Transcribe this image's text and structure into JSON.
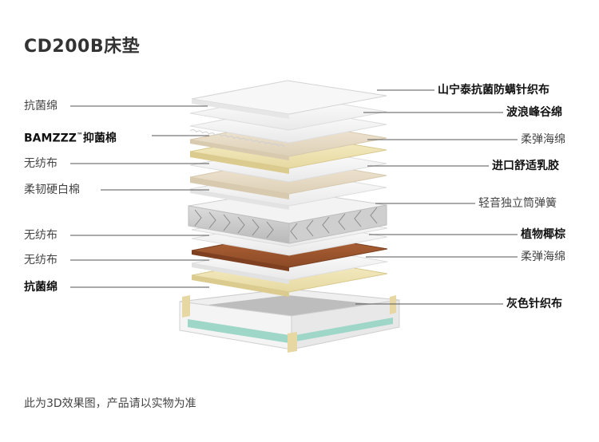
{
  "title": "CD200B床垫",
  "left_labels": [
    {
      "text": "抗菌绵",
      "bold": false
    },
    {
      "text": "BAMZZZ",
      "suffix": "™",
      "tail": "抑菌棉",
      "bold": true
    },
    {
      "text": "无纺布",
      "bold": false
    },
    {
      "text": "柔韧硬白棉",
      "bold": false
    },
    {
      "text": "无纺布",
      "bold": false
    },
    {
      "text": "无纺布",
      "bold": false
    },
    {
      "text": "抗菌绵",
      "bold": true
    }
  ],
  "right_labels": [
    {
      "text": "山宁泰抗菌防螨针织布",
      "bold": true
    },
    {
      "text": "波浪峰谷绵",
      "bold": true
    },
    {
      "text": "柔弹海绵",
      "bold": false
    },
    {
      "text": "进口舒适乳胶",
      "bold": true
    },
    {
      "text": "轻音独立筒弹簧",
      "bold": false
    },
    {
      "text": "植物椰棕",
      "bold": true
    },
    {
      "text": "柔弹海绵",
      "bold": false
    },
    {
      "text": "灰色针织布",
      "bold": true
    }
  ],
  "footnote": "此为3D效果图，产品请以实物为准"
}
